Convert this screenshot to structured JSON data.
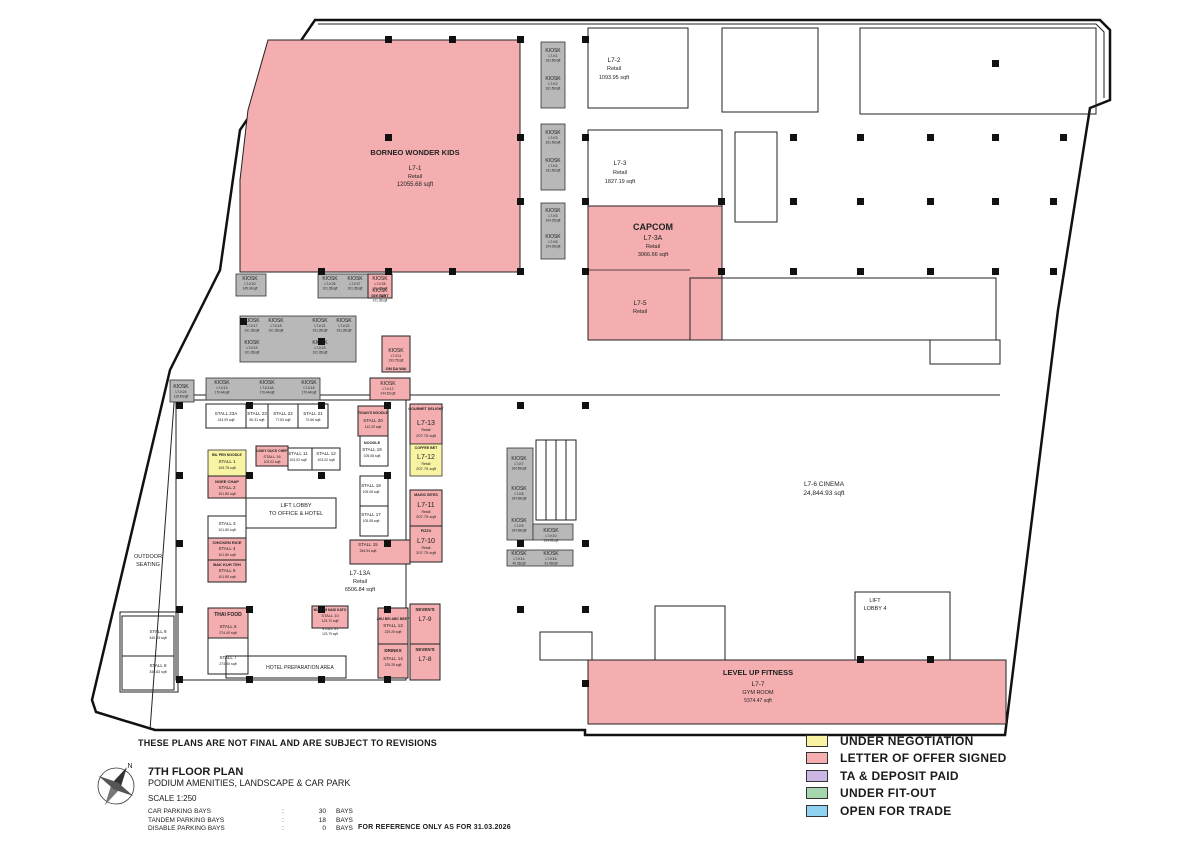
{
  "plan": {
    "units": {
      "l7_1": {
        "tenant": "BORNEO WONDER KIDS",
        "code": "L7-1",
        "type": "Retail",
        "area": "12055.68 sqft"
      },
      "l7_2": {
        "code": "L7-2",
        "type": "Retail",
        "area": "1093.95 sqft"
      },
      "l7_3": {
        "code": "L7-3",
        "type": "Retail",
        "area": "1827.19 sqft"
      },
      "l7_3a": {
        "tenant": "CAPCOM",
        "code": "L7-3A",
        "type": "Retail",
        "area": "3066.66 sqft"
      },
      "l7_5": {
        "code": "L7-5",
        "type": "Retail"
      },
      "l7_6": {
        "name": "L7-6 CINEMA",
        "area": "24,844.93 sqft"
      },
      "l7_7": {
        "tenant": "LEVEL UP FITNESS",
        "code": "L7-7",
        "type": "GYM ROOM",
        "area": "5374.47 sqft"
      },
      "l7_13a": {
        "code": "L7-13A",
        "type": "Retail",
        "area": "6506.84 sqft"
      },
      "l7_13": {
        "tenant": "GOURMET DELIGHT",
        "code": "L7-13",
        "type": "Retail",
        "area": "207.75 sqft"
      },
      "l7_12": {
        "tenant": "COFFEE BET",
        "code": "L7-12",
        "type": "Retail",
        "area": "207.75 sqft"
      },
      "l7_11": {
        "tenant": "MAGIC BITES",
        "code": "L7-11",
        "type": "Retail",
        "area": "207.75 sqft"
      },
      "l7_10": {
        "tenant": "PIZZO",
        "code": "L7-10",
        "type": "Retail",
        "area": "207.75 sqft"
      },
      "l7_9": {
        "tenant": "SEVEN'S",
        "code": "L7-9"
      },
      "l7_8": {
        "tenant": "SEVEN'S",
        "code": "L7-8"
      }
    },
    "kiosk_word": "KIOSK",
    "kiosks": [
      {
        "code": "L7-K1",
        "area": "161.50sqft"
      },
      {
        "code": "L7-K2",
        "area": "161.50sqft"
      },
      {
        "code": "L7-K3",
        "area": "161.50sqft"
      },
      {
        "code": "L7-K4",
        "area": "161.50sqft"
      },
      {
        "code": "L7-K5",
        "area": "104.25sqft"
      },
      {
        "code": "L7-K6",
        "area": "104.25sqft"
      },
      {
        "code": "L7-K7",
        "area": "164.69sqft"
      },
      {
        "code": "L7-K8",
        "area": "164.69sqft"
      },
      {
        "code": "L7-K9",
        "area": "164.69sqft"
      },
      {
        "code": "L7-K10",
        "area": "164.69sqft"
      },
      {
        "code": "L7-K20",
        "area": "145.24sqft"
      },
      {
        "code": "L7-K24",
        "area": "115.40sqft"
      },
      {
        "code": "L7-K26",
        "area": "101.35sqft"
      },
      {
        "code": "L7-K27",
        "area": "101.35sqft"
      },
      {
        "code": "L7-K28",
        "area": "101.35sqft"
      },
      {
        "code": "L7-K29",
        "area": "101.35sqft"
      },
      {
        "code": "L7-K17",
        "area": "101.35sqft"
      },
      {
        "code": "L7-K18",
        "area": "101.35sqft"
      },
      {
        "code": "L7-K19",
        "area": "101.35sqft"
      },
      {
        "code": "L7-K21",
        "area": "101.35sqft"
      },
      {
        "code": "L7-K22",
        "area": "101.35sqft"
      },
      {
        "code": "L7-K23",
        "area": "101.35sqft"
      },
      {
        "code": "L7-K13",
        "area": "170.44sqft"
      },
      {
        "code": "L7-K13A",
        "area": "170.44sqft"
      },
      {
        "code": "L7-K15",
        "area": "170.44sqft"
      },
      {
        "code": "L7-K11",
        "area": "193.75sqft"
      },
      {
        "code": "L7-K12",
        "area": "244.52sqft"
      },
      {
        "code": "L7-K14",
        "area": "40.28sqft"
      },
      {
        "code": "L7-K16",
        "area": "91.49sqft"
      }
    ],
    "kiosk_tenants": {
      "k29": "DIY TART",
      "k11": "OM DA WAI"
    },
    "stalls": {
      "s1": {
        "tenant": "BIL PEN NOODLE",
        "name": "STALL 1",
        "area": "105.78 sqft"
      },
      "s2": {
        "tenant": "NGEE CHAP",
        "name": "STALL 2",
        "area": "101.80 sqft"
      },
      "s3": {
        "name": "STALL 3",
        "area": "101.80 sqft"
      },
      "s4": {
        "tenant": "CHICKEN RICE",
        "name": "STALL 4",
        "area": "101.80 sqft"
      },
      "s5": {
        "tenant": "BAK KUH TEH",
        "name": "STALL 5",
        "area": "101.80 sqft"
      },
      "s6": {
        "tenant": "THAI FOOD",
        "name": "STALL 6",
        "area": "274.40 sqft"
      },
      "s7": {
        "name": "STALL 7",
        "area": "274.40 sqft"
      },
      "s8": {
        "name": "STALL 8",
        "area": "340.83 sqft"
      },
      "s9": {
        "name": "STALL 9",
        "area": "340.83 sqft"
      },
      "s10": {
        "tenant": "MUSLIM NASI KATO",
        "name": "STALL 10",
        "area": "123.70 sqft"
      },
      "s11": {
        "name": "STALL 11",
        "area": "103.02 sqft"
      },
      "s12": {
        "name": "STALL 12",
        "area": "103.02 sqft"
      },
      "s13": {
        "tenant": "ZHU BEI ABC BEEF",
        "name": "STALL 13",
        "area": "229.25 sqft"
      },
      "s14": {
        "tenant": "DRINKS",
        "name": "STALL 14",
        "area": "229.25 sqft"
      },
      "s15": {
        "name": "STALL 15",
        "area": "264.94 sqft"
      },
      "s16": {
        "tenant": "LINKY DUCK CHEF",
        "name": "STALL 16",
        "area": "103.02 sqft"
      },
      "s17": {
        "name": "STALL 17",
        "area": "105.08 sqft"
      },
      "s18": {
        "name": "STALL 18",
        "area": "105.08 sqft"
      },
      "s19": {
        "tenant": "NOODLE",
        "name": "STALL 19",
        "area": "105.08 sqft"
      },
      "s20": {
        "tenant": "TIGAN'S NOODLE",
        "name": "STALL 20",
        "area": "112.20 sqft"
      },
      "s21": {
        "name": "STALL 21",
        "area": "72.66 sqft"
      },
      "s22": {
        "name": "STALL 22",
        "area": "77.83 sqft"
      },
      "s23": {
        "name": "STALL 23",
        "area": "80.31 sqft"
      },
      "s23a": {
        "name": "STALL 23A",
        "area": "243.09 sqft"
      },
      "s41": {
        "name": "STALL 41",
        "area": "123.79 sqft"
      }
    },
    "areas": {
      "outdoor": "OUTDOOR\nSEATING",
      "lift_lobby": "LIFT LOBBY\nTO OFFICE & HOTEL",
      "hotel_prep": "HOTEL PREPARATION AREA",
      "lift_lobby_4": "LIFT\nLOBBY 4"
    }
  },
  "disclaimer": "THESE PLANS ARE NOT FINAL AND  ARE SUBJECT TO REVISIONS",
  "title": "7TH FLOOR PLAN",
  "subtitle": "PODIUM AMENITIES, LANDSCAPE & CAR PARK",
  "scale": "SCALE 1:250",
  "parking": [
    {
      "label": "CAR PARKING BAYS",
      "value": "30",
      "unit": "BAYS"
    },
    {
      "label": "TANDEM PARKING BAYS",
      "value": "18",
      "unit": "BAYS"
    },
    {
      "label": "DISABLE PARKING BAYS",
      "value": "0",
      "unit": "BAYS"
    }
  ],
  "reference_note": "FOR REFERENCE ONLY AS FOR 31.03.2026",
  "north_label": "N",
  "legend": [
    {
      "label": "UNDER NEGOTIATION",
      "color": "#f9f3a4"
    },
    {
      "label": "LETTER OF OFFER SIGNED",
      "color": "#f4aeb0"
    },
    {
      "label": "TA & DEPOSIT PAID",
      "color": "#c9b6e2"
    },
    {
      "label": "UNDER FIT-OUT",
      "color": "#a6d6ad"
    },
    {
      "label": "OPEN FOR TRADE",
      "color": "#8fd3f0"
    }
  ]
}
